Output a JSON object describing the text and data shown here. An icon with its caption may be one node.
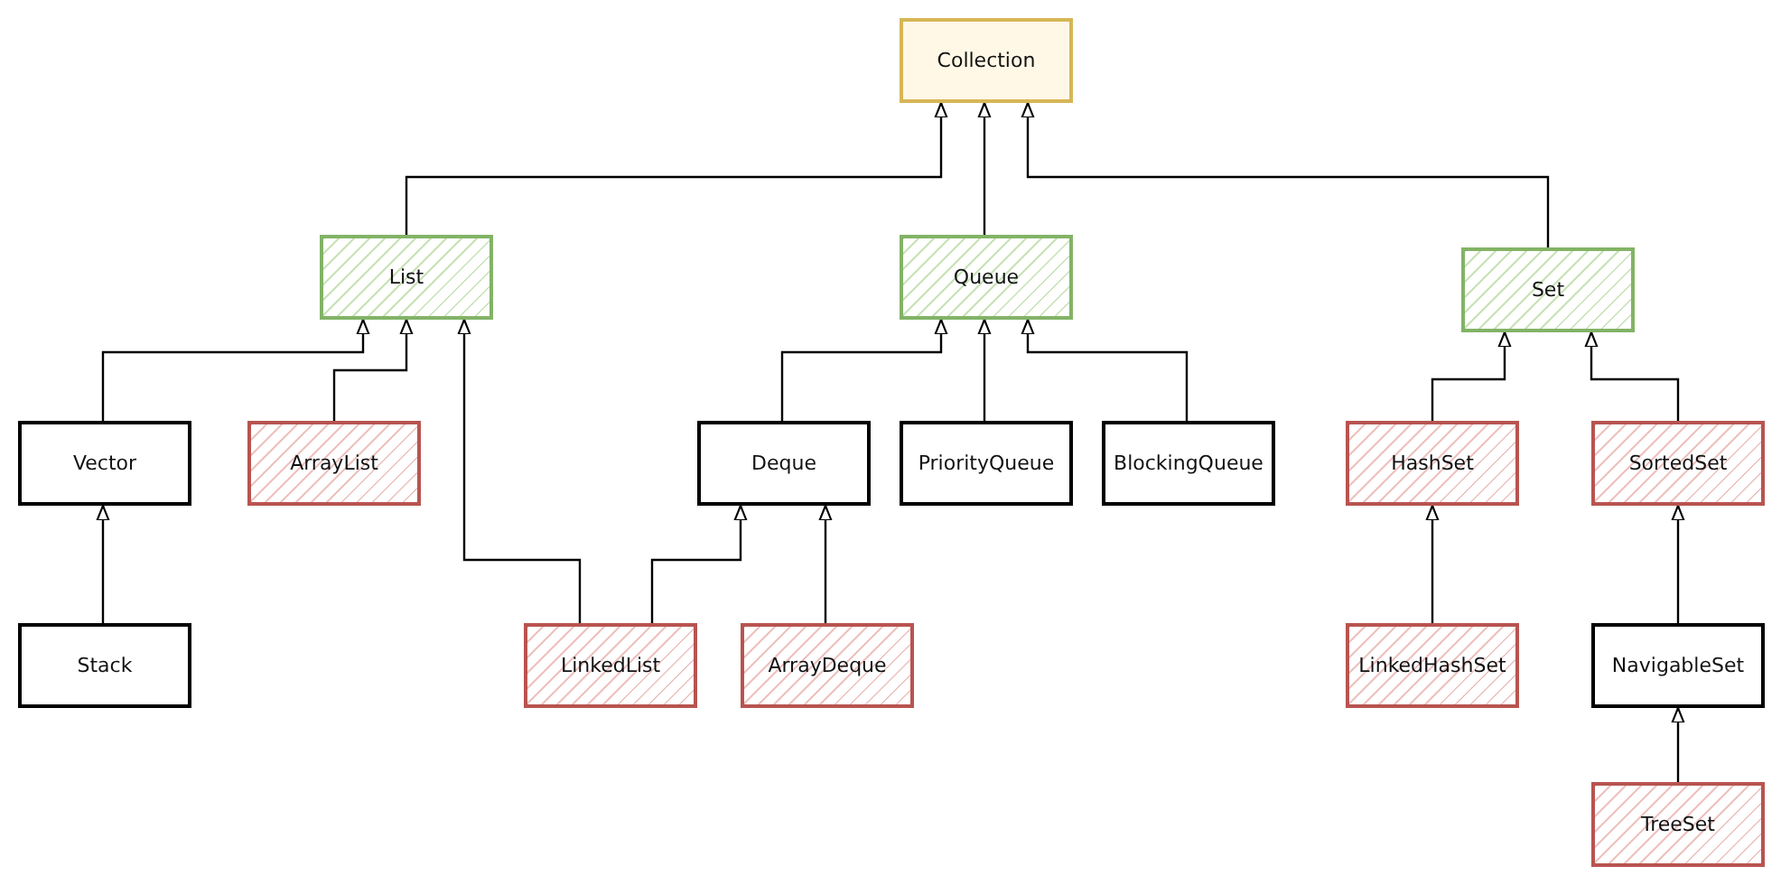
{
  "diagram": {
    "nodes": [
      {
        "text": [
          "Collection"
        ]
      },
      {
        "text": [
          "List"
        ]
      },
      {
        "text": [
          "Queue"
        ]
      },
      {
        "text": [
          "Set"
        ]
      },
      {
        "text": [
          "Vector"
        ]
      },
      {
        "text": [
          "ArrayList"
        ]
      },
      {
        "text": [
          "Deque"
        ]
      },
      {
        "text": [
          "PriorityQueue"
        ]
      },
      {
        "text": [
          "BlockingQueue"
        ]
      },
      {
        "text": [
          "HashSet"
        ]
      },
      {
        "text": [
          "SortedSet"
        ]
      },
      {
        "text": [
          "Stack"
        ]
      },
      {
        "text": [
          "LinkedList"
        ]
      },
      {
        "text": [
          "ArrayDeque"
        ]
      },
      {
        "text": [
          "LinkedHashSet"
        ]
      },
      {
        "text": [
          "NavigableSet"
        ]
      },
      {
        "text": [
          "TreeSet"
        ]
      }
    ],
    "edges": [
      {
        "from": 1,
        "to": 0,
        "arrow": "to"
      },
      {
        "from": 2,
        "to": 0,
        "arrow": "to"
      },
      {
        "from": 3,
        "to": 0,
        "arrow": "to"
      },
      {
        "from": 4,
        "to": 1,
        "arrow": "to"
      },
      {
        "from": 5,
        "to": 1,
        "arrow": "to"
      },
      {
        "from": 12,
        "to": 1,
        "arrow": "to"
      },
      {
        "from": 12,
        "to": 6,
        "arrow": "to"
      },
      {
        "from": 6,
        "to": 2,
        "arrow": "to"
      },
      {
        "from": 7,
        "to": 2,
        "arrow": "to"
      },
      {
        "from": 8,
        "to": 2,
        "arrow": "to"
      },
      {
        "from": 13,
        "to": 6,
        "arrow": "to"
      },
      {
        "from": 9,
        "to": 3,
        "arrow": "to"
      },
      {
        "from": 10,
        "to": 3,
        "arrow": "to"
      },
      {
        "from": 11,
        "to": 4,
        "arrow": "to"
      },
      {
        "from": 14,
        "to": 9,
        "arrow": "to"
      },
      {
        "from": 15,
        "to": 10,
        "arrow": "to"
      },
      {
        "from": 16,
        "to": 15,
        "arrow": "to"
      }
    ]
  }
}
